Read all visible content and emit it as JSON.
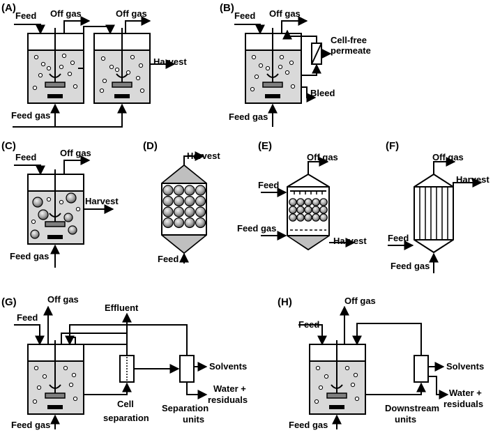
{
  "panels": {
    "A": {
      "label": "(A)",
      "feed": "Feed",
      "off_gas_1": "Off gas",
      "off_gas_2": "Off gas",
      "harvest": "Harvest",
      "feed_gas": "Feed gas"
    },
    "B": {
      "label": "(B)",
      "feed": "Feed",
      "off_gas": "Off gas",
      "permeate_1": "Cell-free",
      "permeate_2": "permeate",
      "bleed": "Bleed",
      "feed_gas": "Feed gas"
    },
    "C": {
      "label": "(C)",
      "feed": "Feed",
      "off_gas": "Off gas",
      "harvest": "Harvest",
      "feed_gas": "Feed gas"
    },
    "D": {
      "label": "(D)",
      "harvest": "Harvest",
      "feed": "Feed"
    },
    "E": {
      "label": "(E)",
      "off_gas": "Off gas",
      "feed": "Feed",
      "feed_gas": "Feed gas",
      "harvest": "Harvest"
    },
    "F": {
      "label": "(F)",
      "off_gas": "Off gas",
      "harvest": "Harvest",
      "feed": "Feed",
      "feed_gas": "Feed gas"
    },
    "G": {
      "label": "(G)",
      "feed": "Feed",
      "off_gas": "Off gas",
      "effluent": "Effluent",
      "solvents": "Solvents",
      "water_1": "Water +",
      "water_2": "residuals",
      "cell_sep_1": "Cell",
      "cell_sep_2": "separation",
      "sep_units_1": "Separation",
      "sep_units_2": "units",
      "feed_gas": "Feed gas"
    },
    "H": {
      "label": "(H)",
      "feed": "Feed",
      "off_gas": "Off gas",
      "solvents": "Solvents",
      "water_1": "Water +",
      "water_2": "residuals",
      "downstream_1": "Downstream",
      "downstream_2": "units",
      "feed_gas": "Feed gas"
    }
  }
}
